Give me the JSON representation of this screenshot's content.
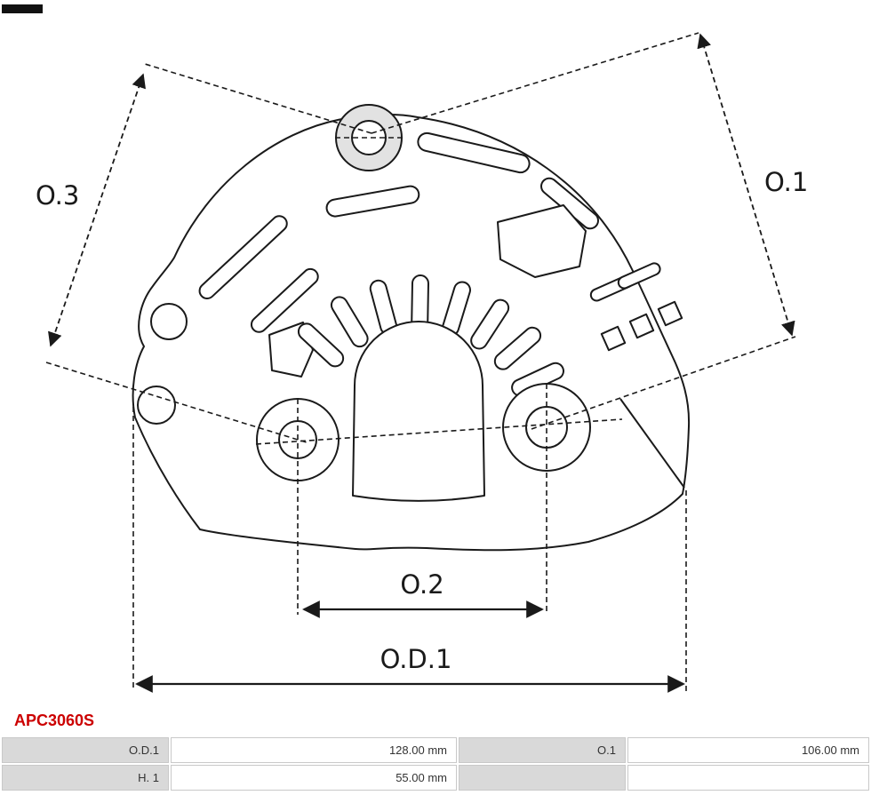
{
  "part_number": "APC3060S",
  "diagram": {
    "dims": {
      "o3": "O.3",
      "o1": "O.1",
      "o2": "O.2",
      "od1": "O.D.1"
    }
  },
  "table": {
    "rows": [
      {
        "c0": "O.D.1",
        "c1": "128.00 mm",
        "c2": "O.1",
        "c3": "106.00 mm"
      },
      {
        "c0": "H. 1",
        "c1": "55.00 mm",
        "c2": "",
        "c3": ""
      }
    ]
  },
  "colors": {
    "part_number": "#cc0000",
    "table_label_bg": "#d9d9d9",
    "table_border": "#c9c9c9",
    "drawing_line": "#1a1a1a"
  }
}
